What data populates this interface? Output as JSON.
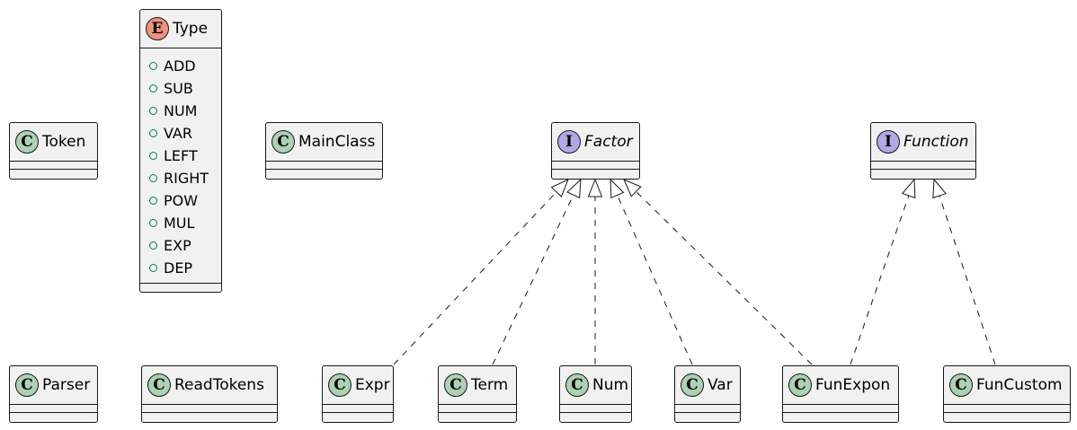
{
  "diagram": {
    "classes": [
      {
        "id": "token",
        "name": "Token",
        "kind": "class",
        "badge": "C"
      },
      {
        "id": "type",
        "name": "Type",
        "kind": "enum",
        "badge": "E",
        "members": [
          "ADD",
          "SUB",
          "NUM",
          "VAR",
          "LEFT",
          "RIGHT",
          "POW",
          "MUL",
          "EXP",
          "DEP"
        ]
      },
      {
        "id": "mainclass",
        "name": "MainClass",
        "kind": "class",
        "badge": "C"
      },
      {
        "id": "factor",
        "name": "Factor",
        "kind": "interface",
        "badge": "I"
      },
      {
        "id": "function",
        "name": "Function",
        "kind": "interface",
        "badge": "I"
      },
      {
        "id": "parser",
        "name": "Parser",
        "kind": "class",
        "badge": "C"
      },
      {
        "id": "readtokens",
        "name": "ReadTokens",
        "kind": "class",
        "badge": "C"
      },
      {
        "id": "expr",
        "name": "Expr",
        "kind": "class",
        "badge": "C"
      },
      {
        "id": "term",
        "name": "Term",
        "kind": "class",
        "badge": "C"
      },
      {
        "id": "num",
        "name": "Num",
        "kind": "class",
        "badge": "C"
      },
      {
        "id": "var",
        "name": "Var",
        "kind": "class",
        "badge": "C"
      },
      {
        "id": "funexpon",
        "name": "FunExpon",
        "kind": "class",
        "badge": "C"
      },
      {
        "id": "funcustom",
        "name": "FunCustom",
        "kind": "class",
        "badge": "C"
      }
    ],
    "relations": [
      {
        "from": "expr",
        "to": "factor",
        "type": "realization"
      },
      {
        "from": "term",
        "to": "factor",
        "type": "realization"
      },
      {
        "from": "num",
        "to": "factor",
        "type": "realization"
      },
      {
        "from": "var",
        "to": "factor",
        "type": "realization"
      },
      {
        "from": "funexpon",
        "to": "factor",
        "type": "realization"
      },
      {
        "from": "funexpon",
        "to": "function",
        "type": "realization"
      },
      {
        "from": "funcustom",
        "to": "function",
        "type": "realization"
      }
    ]
  }
}
